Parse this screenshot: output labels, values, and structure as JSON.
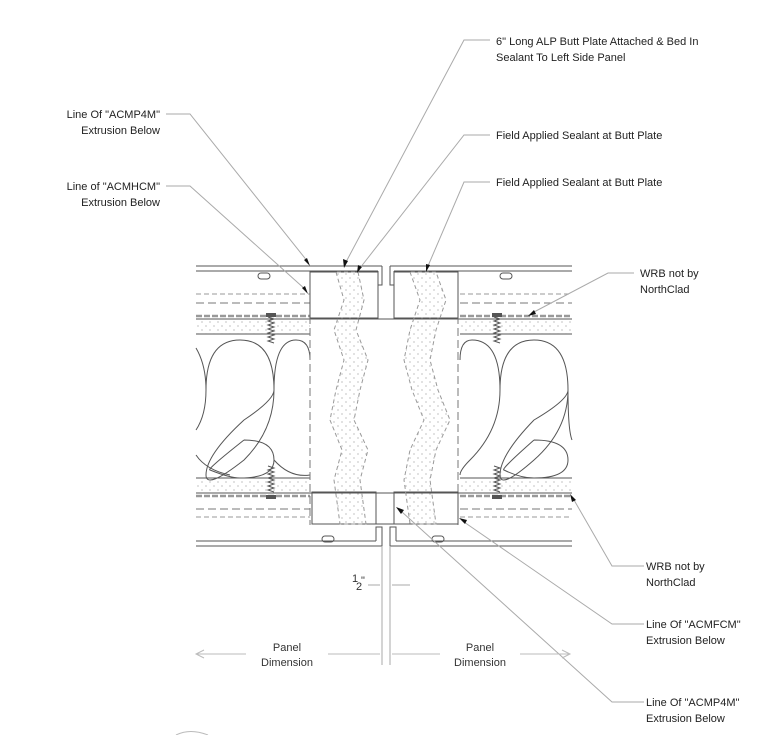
{
  "drawing": {
    "callouts": {
      "butt_plate": {
        "line1": "6\" Long ALP Butt Plate Attached & Bed In",
        "line2": "Sealant To Left Side Panel"
      },
      "acmp4m_top": {
        "line1": "Line Of \"ACMP4M\"",
        "line2": "Extrusion Below"
      },
      "sealant_1": {
        "line1": "Field Applied Sealant at Butt Plate"
      },
      "acmhcm": {
        "line1": "Line of \"ACMHCM\"",
        "line2": "Extrusion Below"
      },
      "sealant_2": {
        "line1": "Field Applied Sealant at Butt Plate"
      },
      "wrb_top": {
        "line1": "WRB not by",
        "line2": "NorthClad"
      },
      "wrb_bottom": {
        "line1": "WRB not by",
        "line2": "NorthClad"
      },
      "acmfcm": {
        "line1": "Line Of \"ACMFCM\"",
        "line2": "Extrusion Below"
      },
      "acmp4m_bottom": {
        "line1": "Line Of \"ACMP4M\"",
        "line2": "Extrusion Below"
      }
    },
    "dimensions": {
      "gap": {
        "numerator": "1",
        "denominator": "2",
        "unit": "\""
      },
      "panel_left": {
        "line1": "Panel",
        "line2": "Dimension"
      },
      "panel_right": {
        "line1": "Panel",
        "line2": "Dimension"
      }
    }
  }
}
